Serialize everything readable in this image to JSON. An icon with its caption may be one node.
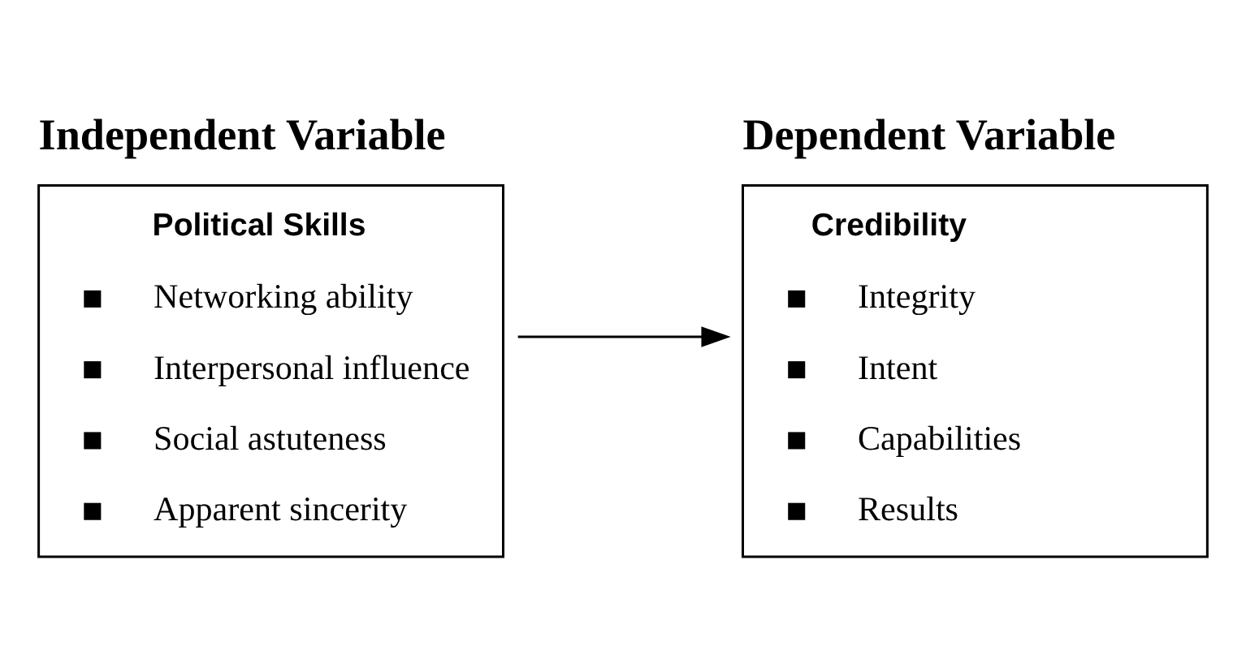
{
  "diagram": {
    "nodes": [
      {
        "text": [
          "Independent Variable",
          "Political Skills",
          "Networking ability",
          "Interpersonal influence",
          "Social astuteness",
          "Apparent sincerity"
        ]
      },
      {
        "text": [
          "Dependent Variable",
          "Credibility",
          "Integrity",
          "Intent",
          "Capabilities",
          "Results"
        ]
      }
    ],
    "edges": [
      {
        "from": 0,
        "to": 1,
        "arrow": "to"
      }
    ]
  }
}
